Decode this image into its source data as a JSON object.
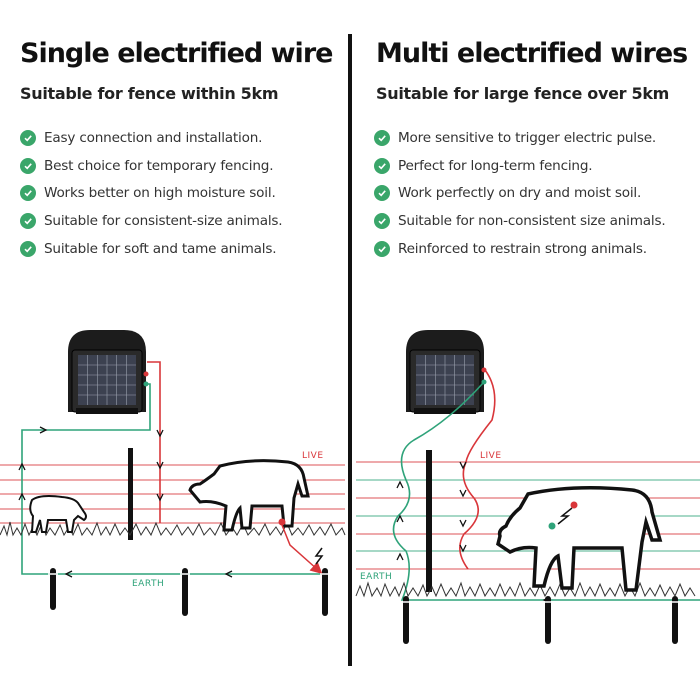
{
  "left": {
    "title": "Single electrified wire",
    "subtitle": "Suitable for fence within 5km",
    "features": [
      "Easy connection and installation.",
      "Best choice for temporary fencing.",
      "Works better on high moisture soil.",
      "Suitable for consistent-size animals.",
      "Suitable for soft and tame animals."
    ],
    "live_label": "LIVE",
    "earth_label": "EARTH"
  },
  "right": {
    "title": "Multi electrified wires",
    "subtitle": "Suitable for large fence over 5km",
    "features": [
      "More sensitive to trigger electric pulse.",
      "Perfect for long-term fencing.",
      "Work perfectly on dry and moist soil.",
      "Suitable for non-consistent size animals.",
      "Reinforced to restrain strong animals."
    ],
    "live_label": "LIVE",
    "earth_label": "EARTH"
  },
  "colors": {
    "check": "#3aa66a",
    "live": "#d9363a",
    "earth": "#2fa37a",
    "divider": "#111111"
  },
  "icons": [
    "check-circle-icon",
    "solar-energiser-icon",
    "cow-icon",
    "lightning-icon",
    "ground-stake-icon"
  ]
}
